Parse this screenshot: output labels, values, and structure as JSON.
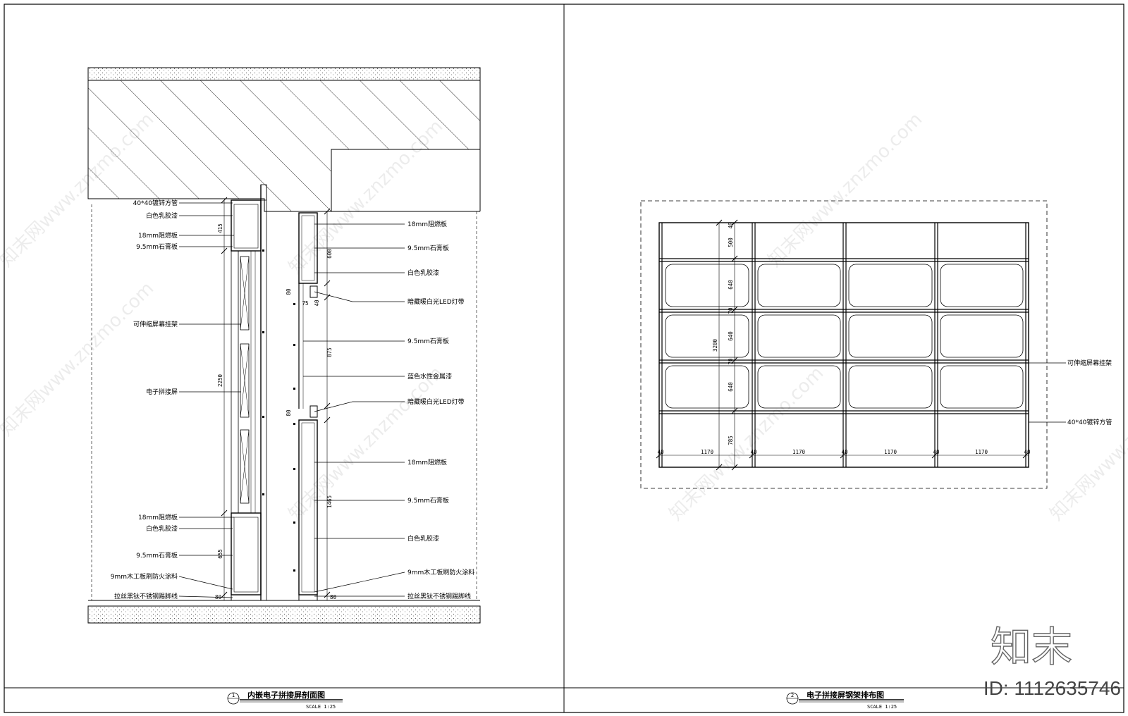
{
  "left_view": {
    "title": "内嵌电子拼接屏剖面图",
    "number": "1",
    "scale": "SCALE  1:25",
    "left_labels": [
      {
        "id": "galv-tube",
        "text": "40*40镀锌方管"
      },
      {
        "id": "white-latex-1",
        "text": "白色乳胶漆"
      },
      {
        "id": "fr-board-1",
        "text": "18mm阻燃板"
      },
      {
        "id": "gypsum-1",
        "text": "9.5mm石膏板"
      },
      {
        "id": "hanger",
        "text": "可伸缩屏幕挂架"
      },
      {
        "id": "splice-screen",
        "text": "电子拼接屏"
      },
      {
        "id": "fr-board-2",
        "text": "18mm阻燃板"
      },
      {
        "id": "white-latex-2",
        "text": "白色乳胶漆"
      },
      {
        "id": "gypsum-2",
        "text": "9.5mm石膏板"
      },
      {
        "id": "wood-board",
        "text": "9mm木工板刷防火涂料"
      },
      {
        "id": "skirting",
        "text": "拉丝黑钛不锈钢踢脚线"
      }
    ],
    "right_labels": [
      {
        "id": "fr-board-r1",
        "text": "18mm阻燃板"
      },
      {
        "id": "gypsum-r1",
        "text": "9.5mm石膏板"
      },
      {
        "id": "white-latex-r1",
        "text": "白色乳胶漆"
      },
      {
        "id": "led-1",
        "text": "暗藏暖白光LED灯带"
      },
      {
        "id": "gypsum-r2",
        "text": "9.5mm石膏板"
      },
      {
        "id": "blue-paint",
        "text": "蓝色水性金属漆"
      },
      {
        "id": "led-2",
        "text": "暗藏暖白光LED灯带"
      },
      {
        "id": "fr-board-r2",
        "text": "18mm阻燃板"
      },
      {
        "id": "gypsum-r3",
        "text": "9.5mm石膏板"
      },
      {
        "id": "white-latex-r2",
        "text": "白色乳胶漆"
      },
      {
        "id": "wood-board-r",
        "text": "9mm木工板刷防火涂料"
      },
      {
        "id": "skirting-r",
        "text": "拉丝黑钛不锈钢踢脚线"
      }
    ],
    "dims": {
      "top_box": "415",
      "middle": "2250",
      "bottom_box": "655",
      "base": "80",
      "right_top": "600",
      "led_gap1": "80",
      "led_offset": "75",
      "led_offset2": "40",
      "right_mid": "875",
      "led_gap2": "80",
      "right_bottom": "1465",
      "right_base": "80"
    }
  },
  "right_view": {
    "title": "电子拼接屏钢架排布图",
    "number": "2",
    "scale": "SCALE  1:25",
    "labels": {
      "hanger": "可伸缩屏幕挂架",
      "galv_tube": "40*40镀锌方管"
    },
    "vertical_dims": [
      "40",
      "500",
      "640",
      "70",
      "640",
      "70",
      "640",
      "785"
    ],
    "total_height": "3200",
    "horizontal_dims": [
      "40",
      "1170",
      "40",
      "1170",
      "40",
      "1170",
      "40",
      "1170",
      "40"
    ]
  },
  "watermark": {
    "text": "知末网www.znzmo.com",
    "logo": "知末",
    "id_text": "ID: 1112635746"
  }
}
